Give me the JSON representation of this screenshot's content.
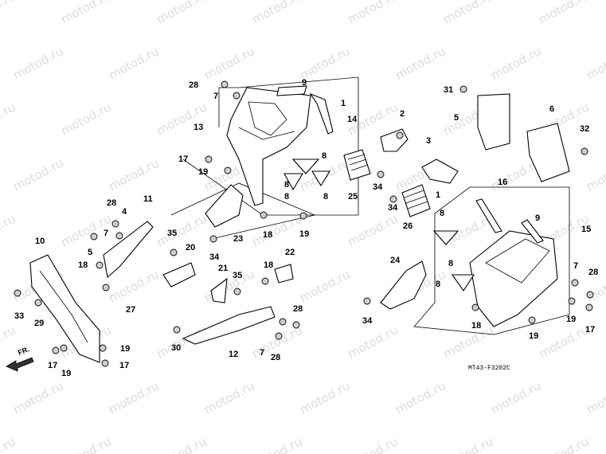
{
  "watermark": "motod.ru",
  "diagram_code": "MT43-F3202C",
  "front_label": "FR.",
  "callouts": [
    "28",
    "7",
    "13",
    "17",
    "19",
    "9",
    "1",
    "14",
    "8",
    "8",
    "8",
    "2",
    "3",
    "25",
    "34",
    "34",
    "26",
    "31",
    "5",
    "6",
    "32",
    "16",
    "9",
    "15",
    "1",
    "8",
    "8",
    "8",
    "7",
    "28",
    "19",
    "17",
    "18",
    "24",
    "34",
    "19",
    "4",
    "11",
    "28",
    "7",
    "5",
    "18",
    "27",
    "10",
    "33",
    "29",
    "17",
    "19",
    "19",
    "17",
    "35",
    "20",
    "34",
    "23",
    "18",
    "19",
    "21",
    "35",
    "22",
    "18",
    "28",
    "7",
    "12",
    "28",
    "30",
    "8"
  ]
}
